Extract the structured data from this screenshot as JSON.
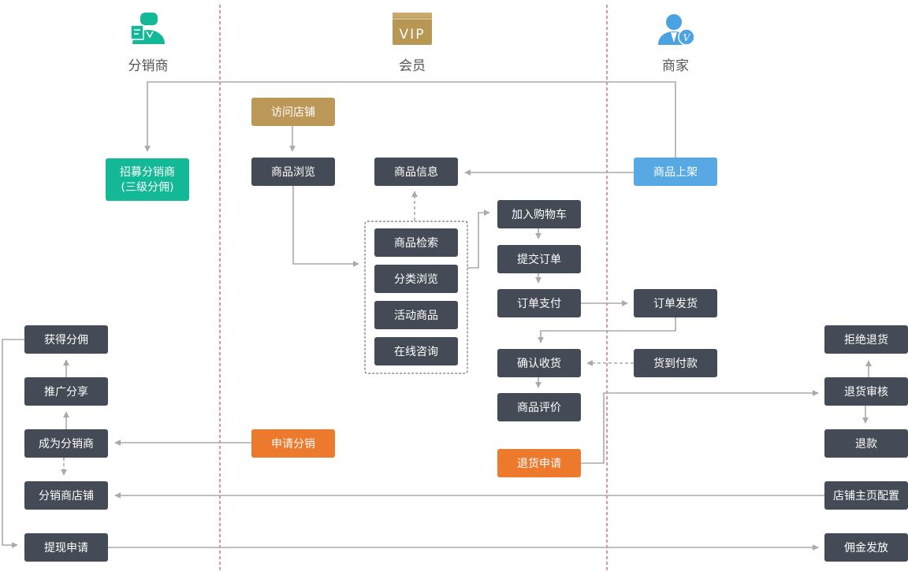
{
  "lanes": {
    "distributor": {
      "label": "分销商",
      "icon": "distributor-person-icon"
    },
    "member": {
      "label": "会员",
      "icon": "vip-card-icon",
      "badge": "VIP"
    },
    "merchant": {
      "label": "商家",
      "icon": "merchant-vip-person-icon",
      "badge": "V"
    }
  },
  "colors": {
    "dark_node": "#454b56",
    "green_node": "#13b896",
    "tan_node": "#bb9858",
    "blue_node": "#58a9e3",
    "orange_node": "#ed7a2c",
    "connector": "#aaaaaa",
    "lane_divider": "#c0282d",
    "vip_gold": "#b89653",
    "distributor_green": "#13b896",
    "merchant_blue": "#4aa2e0"
  },
  "nodes": {
    "recruit_distributor": {
      "line1": "招募分销商",
      "line2": "(三级分佣)"
    },
    "visit_store": "访问店铺",
    "product_browse": "商品浏览",
    "product_info": "商品信息",
    "product_listing": "商品上架",
    "product_search": "商品检索",
    "category_browse": "分类浏览",
    "promo_products": "活动商品",
    "online_consult": "在线咨询",
    "add_to_cart": "加入购物车",
    "submit_order": "提交订单",
    "order_payment": "订单支付",
    "order_shipping": "订单发货",
    "confirm_receipt": "确认收货",
    "cash_on_delivery": "货到付款",
    "product_review": "商品评价",
    "return_request": "退货申请",
    "reject_return": "拒绝退货",
    "return_review": "退货审核",
    "refund": "退款",
    "store_homepage_config": "店铺主页配置",
    "commission_payout": "佣金发放",
    "earn_commission": "获得分佣",
    "promote_share": "推广分享",
    "become_distributor": "成为分销商",
    "apply_distribution": "申请分销",
    "distributor_store": "分销商店铺",
    "withdrawal_request": "提现申请"
  }
}
